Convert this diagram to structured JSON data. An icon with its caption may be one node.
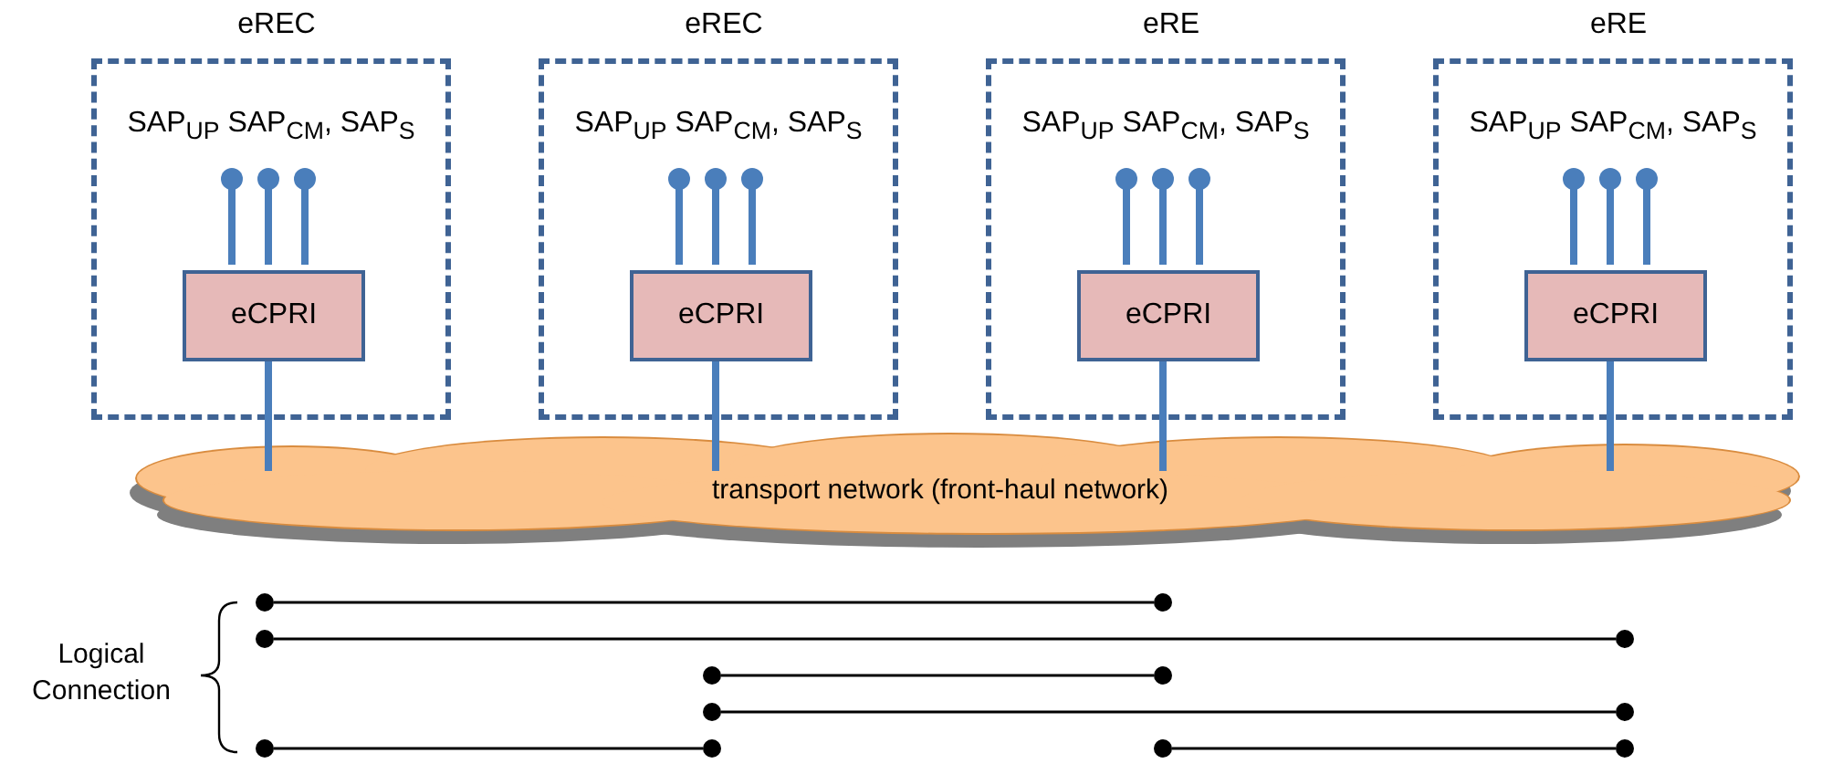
{
  "diagram": {
    "nodes": [
      {
        "text": [
          "eREC",
          "SAP$_{UP}$ SAP$_{CM}$, SAP$_{S}$"
        ]
      },
      {
        "text": [
          "eCPRI"
        ],
        "in": 0
      },
      {
        "text": [
          "eREC",
          "SAP$_{UP}$ SAP$_{CM}$, SAP$_{S}$"
        ]
      },
      {
        "text": [
          "eCPRI"
        ],
        "in": 2
      },
      {
        "text": [
          "eRE",
          "SAP$_{UP}$ SAP$_{CM}$, SAP$_{S}$"
        ]
      },
      {
        "text": [
          "eCPRI"
        ],
        "in": 4
      },
      {
        "text": [
          "eRE",
          "SAP$_{UP}$ SAP$_{CM}$, SAP$_{S}$"
        ]
      },
      {
        "text": [
          "eCPRI"
        ],
        "in": 6
      },
      {
        "text": [
          "transport network (front-haul network)"
        ]
      },
      {
        "text": [],
        "shape": "circle"
      },
      {
        "text": [],
        "shape": "circle"
      },
      {
        "text": [],
        "shape": "circle"
      },
      {
        "text": [],
        "shape": "circle"
      },
      {
        "text": [],
        "shape": "circle"
      },
      {
        "text": [],
        "shape": "circle"
      },
      {
        "text": [],
        "shape": "circle"
      },
      {
        "text": [],
        "shape": "circle"
      },
      {
        "text": [],
        "shape": "circle"
      },
      {
        "text": [],
        "shape": "circle"
      },
      {
        "text": [],
        "shape": "circle"
      },
      {
        "text": [],
        "shape": "circle"
      }
    ],
    "edges": [
      {
        "from": 1,
        "to": null,
        "arrow": "other"
      },
      {
        "from": 1,
        "to": null,
        "arrow": "other"
      },
      {
        "from": 1,
        "to": null,
        "arrow": "other"
      },
      {
        "from": 3,
        "to": null,
        "arrow": "other"
      },
      {
        "from": 3,
        "to": null,
        "arrow": "other"
      },
      {
        "from": 3,
        "to": null,
        "arrow": "other"
      },
      {
        "from": 5,
        "to": null,
        "arrow": "other"
      },
      {
        "from": 5,
        "to": null,
        "arrow": "other"
      },
      {
        "from": 5,
        "to": null,
        "arrow": "other"
      },
      {
        "from": 7,
        "to": null,
        "arrow": "other"
      },
      {
        "from": 7,
        "to": null,
        "arrow": "other"
      },
      {
        "from": 7,
        "to": null,
        "arrow": "other"
      },
      {
        "from": 1,
        "to": 8,
        "arrow": "none"
      },
      {
        "from": 3,
        "to": 8,
        "arrow": "none"
      },
      {
        "from": 5,
        "to": 8,
        "arrow": "none"
      },
      {
        "from": 7,
        "to": 8,
        "arrow": "none"
      },
      {
        "from": 9,
        "to": 10,
        "arrow": "none",
        "color": "#000000"
      },
      {
        "from": 11,
        "to": 12,
        "arrow": "none",
        "color": "#000000"
      },
      {
        "from": 13,
        "to": 14,
        "arrow": "none",
        "color": "#000000"
      },
      {
        "from": 15,
        "to": 16,
        "arrow": "none",
        "color": "#000000"
      },
      {
        "from": 17,
        "to": 18,
        "arrow": "none",
        "color": "#000000"
      },
      {
        "from": 19,
        "to": 20,
        "arrow": "none",
        "color": "#000000"
      }
    ],
    "labels": [
      "Logical Connection"
    ]
  }
}
